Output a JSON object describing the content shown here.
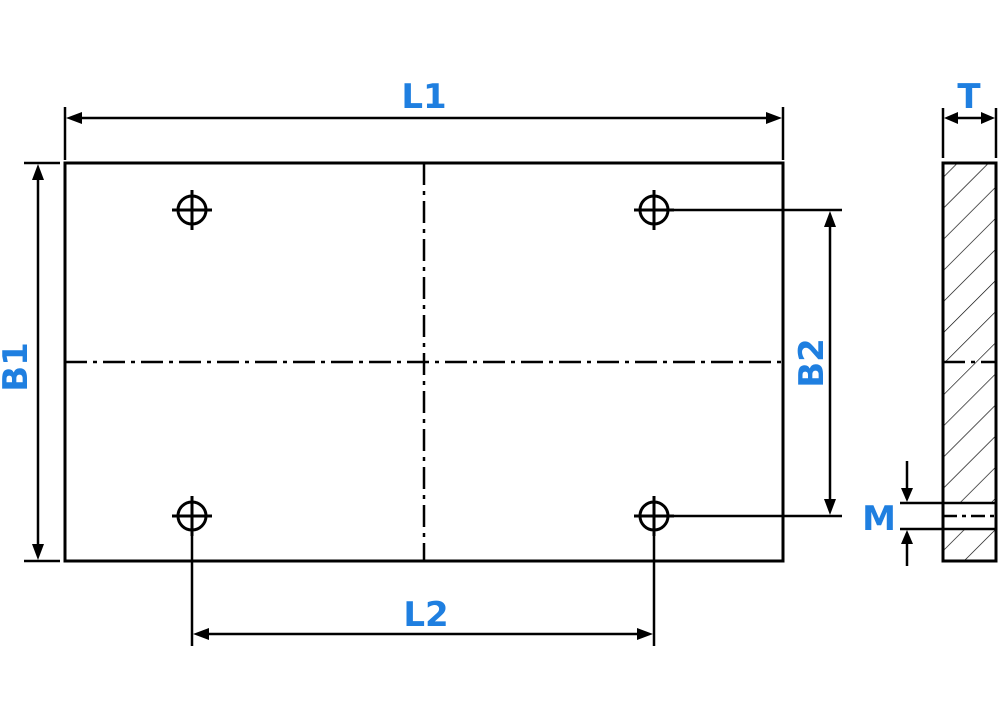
{
  "colors": {
    "line": "#000000",
    "label": "#1f7fe0",
    "background": "#ffffff"
  },
  "labels": {
    "l1": "L1",
    "l2": "L2",
    "b1": "B1",
    "b2": "B2",
    "t": "T",
    "m": "M"
  },
  "views": {
    "front": "plate-top-view",
    "side": "plate-section-view"
  },
  "holes": {
    "count": 4
  }
}
